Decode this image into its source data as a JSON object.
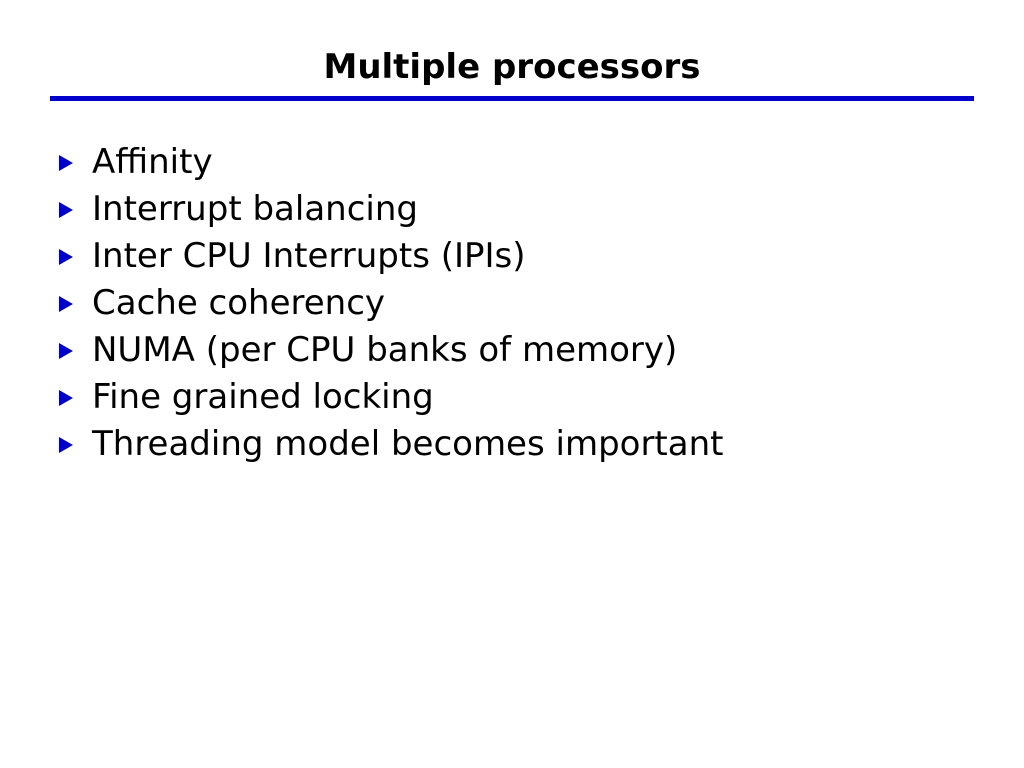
{
  "slide": {
    "title": "Multiple processors",
    "title_color": "#000000",
    "rule_color": "#0000CC",
    "background_color": "#FFFFFF",
    "bullet_marker_color": "#0000CC",
    "body_text_color": "#000000",
    "bullet_icon": "triangle-right-icon",
    "bullets": [
      {
        "text": "Affinity"
      },
      {
        "text": "Interrupt balancing"
      },
      {
        "text": "Inter CPU Interrupts (IPIs)"
      },
      {
        "text": "Cache coherency"
      },
      {
        "text": "NUMA (per CPU banks of memory)"
      },
      {
        "text": "Fine grained locking"
      },
      {
        "text": "Threading model becomes important"
      }
    ]
  }
}
